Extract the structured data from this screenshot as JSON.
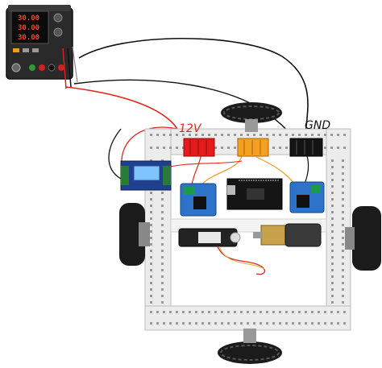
{
  "power_supply": {
    "readouts": [
      "30.00",
      "30.00",
      "30.00"
    ]
  },
  "labels": {
    "v12": "12V",
    "gnd": "GND"
  },
  "colors": {
    "red_wire": "#e0281e",
    "black_wire": "#111111",
    "orange_wire": "#f39a1e",
    "red_terminal": "#e31b1b",
    "orange_terminal": "#f4a021",
    "black_terminal": "#141414",
    "motor_driver": "#2e73c9",
    "controller_board": "#1f3f8f",
    "frame": "#e9e9e9",
    "wheel": "#1b1b1b",
    "motor_gold": "#c8a24a"
  },
  "icons": [
    "power-supply-icon",
    "wheel-icon",
    "motor-icon",
    "servo-icon",
    "terminal-block-icon"
  ]
}
